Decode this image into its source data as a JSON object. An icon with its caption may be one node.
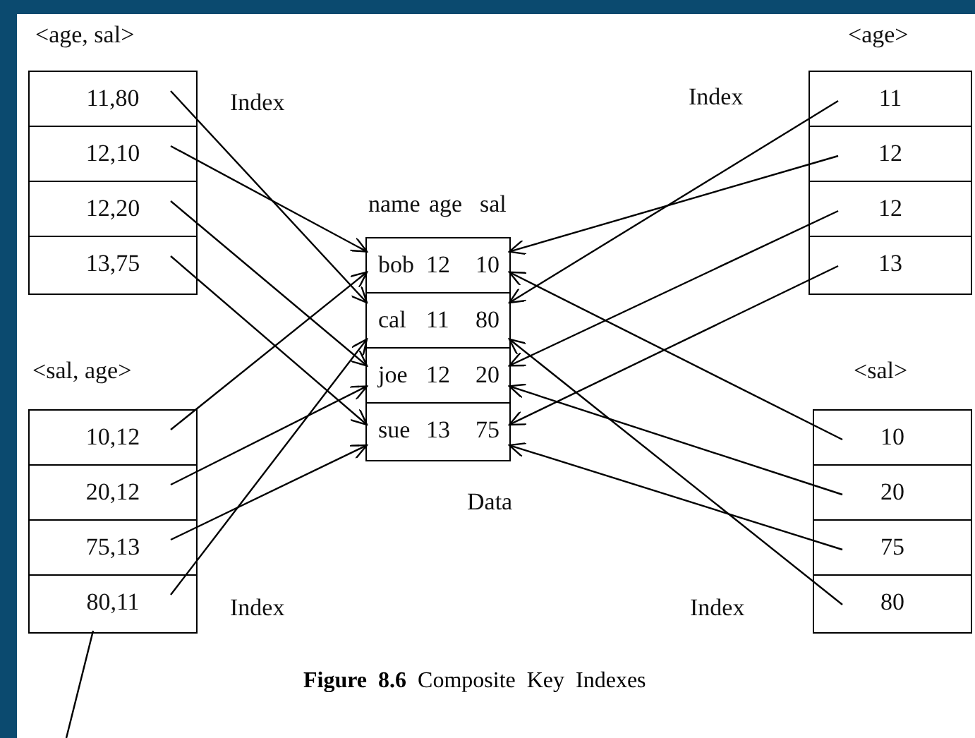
{
  "diagram": {
    "caption": "**Figure 8.6** Composite Key Indexes",
    "nodes": [
      {
        "text": [
          "<age, sal>"
        ],
        "beside": [
          "Index"
        ]
      },
      {
        "text": [
          "11,80"
        ],
        "in": 0
      },
      {
        "text": [
          "12,10"
        ],
        "in": 0
      },
      {
        "text": [
          "12,20"
        ],
        "in": 0
      },
      {
        "text": [
          "13,75"
        ],
        "in": 0
      },
      {
        "text": [
          "<age>"
        ],
        "beside": [
          "Index"
        ]
      },
      {
        "text": [
          "11"
        ],
        "in": 5
      },
      {
        "text": [
          "12"
        ],
        "in": 5
      },
      {
        "text": [
          "12"
        ],
        "in": 5
      },
      {
        "text": [
          "13"
        ],
        "in": 5
      },
      {
        "text": [
          "name",
          "age",
          "sal"
        ],
        "beside": [
          "Data"
        ]
      },
      {
        "text": [
          "bob",
          "12",
          "10"
        ],
        "in": 10
      },
      {
        "text": [
          "cal",
          "11",
          "80"
        ],
        "in": 10
      },
      {
        "text": [
          "joe",
          "12",
          "20"
        ],
        "in": 10
      },
      {
        "text": [
          "sue",
          "13",
          "75"
        ],
        "in": 10
      },
      {
        "text": [
          "<sal, age>"
        ],
        "beside": [
          "Index"
        ]
      },
      {
        "text": [
          "10,12"
        ],
        "in": 15
      },
      {
        "text": [
          "20,12"
        ],
        "in": 15
      },
      {
        "text": [
          "75,13"
        ],
        "in": 15
      },
      {
        "text": [
          "80,11"
        ],
        "in": 15
      },
      {
        "text": [
          "<sal>"
        ],
        "beside": [
          "Index"
        ]
      },
      {
        "text": [
          "10"
        ],
        "in": 20
      },
      {
        "text": [
          "20"
        ],
        "in": 20
      },
      {
        "text": [
          "75"
        ],
        "in": 20
      },
      {
        "text": [
          "80"
        ],
        "in": 20
      }
    ],
    "edges": [
      {
        "from": 1,
        "to": 12,
        "arrow": "to"
      },
      {
        "from": 2,
        "to": 11,
        "arrow": "to"
      },
      {
        "from": 3,
        "to": 13,
        "arrow": "to"
      },
      {
        "from": 4,
        "to": 14,
        "arrow": "to"
      },
      {
        "from": 6,
        "to": 12,
        "arrow": "to"
      },
      {
        "from": 7,
        "to": 11,
        "arrow": "to"
      },
      {
        "from": 8,
        "to": 13,
        "arrow": "to"
      },
      {
        "from": 9,
        "to": 14,
        "arrow": "to"
      },
      {
        "from": 16,
        "to": 11,
        "arrow": "to"
      },
      {
        "from": 17,
        "to": 13,
        "arrow": "to"
      },
      {
        "from": 18,
        "to": 14,
        "arrow": "to"
      },
      {
        "from": 19,
        "to": 12,
        "arrow": "to"
      },
      {
        "from": 21,
        "to": 11,
        "arrow": "to"
      },
      {
        "from": 22,
        "to": 13,
        "arrow": "to"
      },
      {
        "from": 23,
        "to": 14,
        "arrow": "to"
      },
      {
        "from": 24,
        "to": 12,
        "arrow": "to"
      },
      {
        "from": 19,
        "to": null,
        "arrow": "none"
      }
    ]
  }
}
